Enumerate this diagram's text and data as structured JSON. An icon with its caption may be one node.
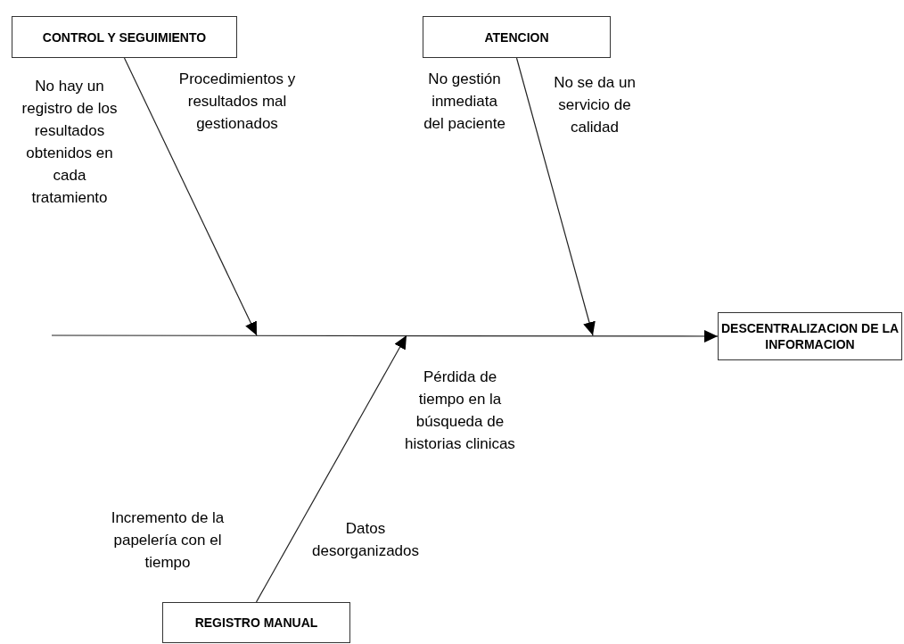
{
  "diagram": {
    "nodes": [
      {
        "text": [
          "CONTROL Y SEGUIMIENTO"
        ]
      },
      {
        "text": [
          "ATENCION"
        ]
      },
      {
        "text": [
          "DESCENTRALIZACION DE LA INFORMACION"
        ]
      },
      {
        "text": [
          "REGISTRO MANUAL"
        ]
      }
    ],
    "edges": [
      {
        "from": null,
        "to": 2,
        "arrow": "to"
      },
      {
        "from": 0,
        "to": null,
        "arrow": "to"
      },
      {
        "from": 1,
        "to": null,
        "arrow": "to"
      },
      {
        "from": 3,
        "to": null,
        "arrow": "to"
      }
    ],
    "labels": [
      "No hay un registro de los resultados obtenidos en cada tratamiento",
      "Procedimientos y resultados mal gestionados",
      "No gestión inmediata del paciente",
      "No se da un servicio de calidad",
      "Pérdida de tiempo en la búsqueda de historias clinicas",
      "Incremento de la papelería con el tiempo",
      "Datos desorganizados"
    ]
  }
}
